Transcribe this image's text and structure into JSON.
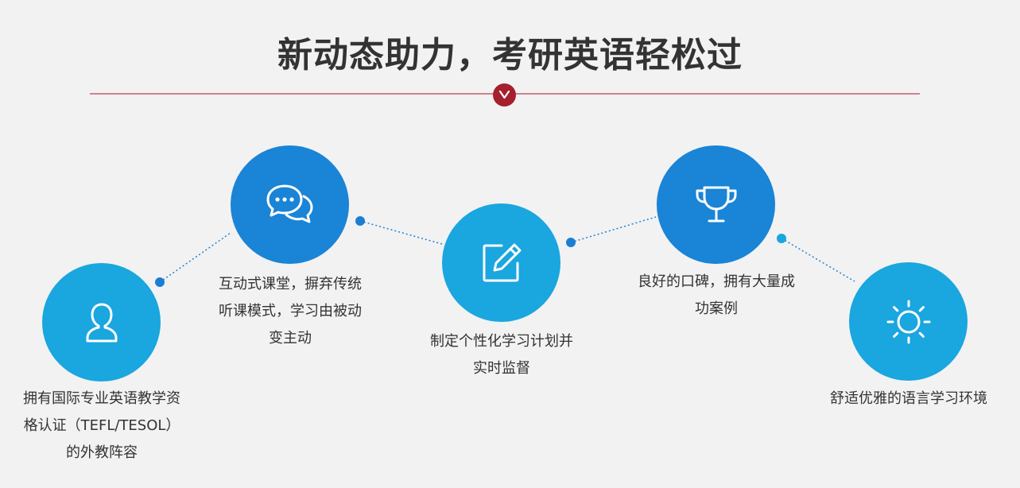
{
  "title": "新动态助力，考研英语轻松过",
  "colors": {
    "divider_line": "#cf8290",
    "divider_badge": "#a51f2d",
    "circle_light": "#1aa6df",
    "circle_dark": "#1a84d6",
    "connector": "#1f80d0"
  },
  "features": [
    {
      "icon": "user-icon",
      "caption_lines": [
        "拥有国际专业英语教学资",
        "格认证（TEFL/TESOL）",
        "的外教阵容"
      ]
    },
    {
      "icon": "chat-bubbles-icon",
      "caption_lines": [
        "互动式课堂，摒弃传统",
        "听课模式，学习由被动",
        "变主动"
      ]
    },
    {
      "icon": "edit-note-icon",
      "caption_lines": [
        "制定个性化学习计划并",
        "实时监督"
      ]
    },
    {
      "icon": "trophy-icon",
      "caption_lines": [
        "良好的口碑，拥有大量成",
        "功案例"
      ]
    },
    {
      "icon": "sun-icon",
      "caption_lines": [
        "舒适优雅的语言学习环境"
      ]
    }
  ]
}
